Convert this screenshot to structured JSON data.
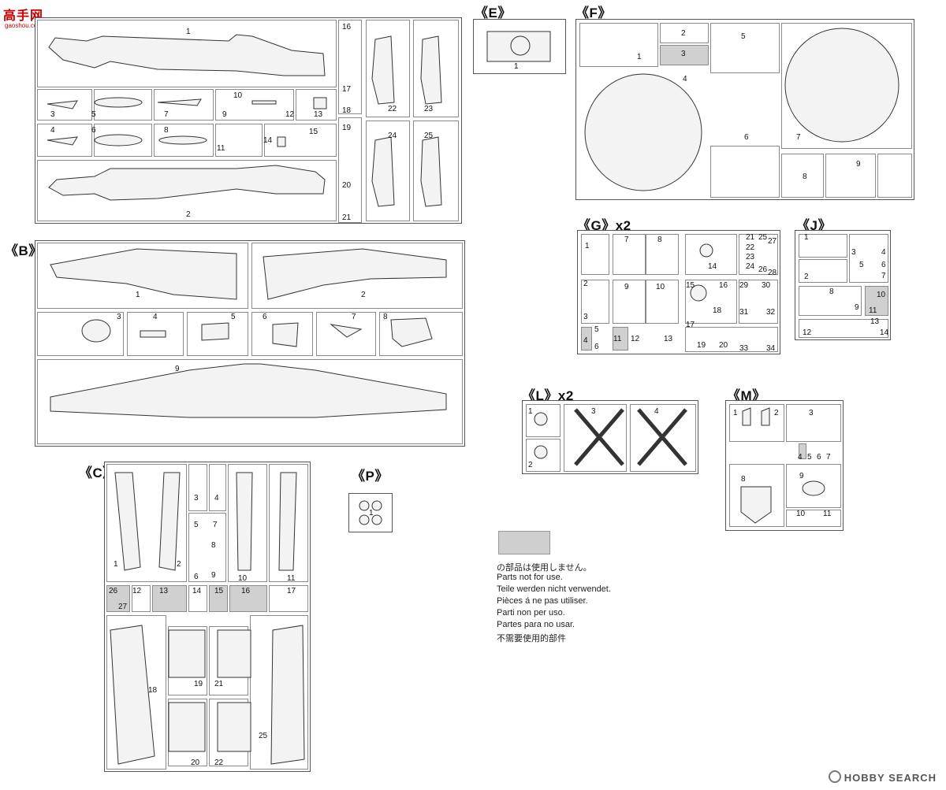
{
  "watermark": {
    "brand": "高手网",
    "url": "gaoshou.com"
  },
  "footer": {
    "logo": "HOBBY SEARCH"
  },
  "runners": {
    "A": {
      "label": "",
      "parts": [
        "1",
        "2",
        "3",
        "4",
        "5",
        "6",
        "7",
        "8",
        "9",
        "10",
        "11",
        "12",
        "13",
        "14",
        "15",
        "16",
        "17",
        "18",
        "19",
        "20",
        "21",
        "22",
        "23",
        "24",
        "25"
      ]
    },
    "B": {
      "label": "《B》",
      "parts": [
        "1",
        "2",
        "3",
        "4",
        "5",
        "6",
        "7",
        "8",
        "9"
      ]
    },
    "C": {
      "label": "《C》",
      "parts": [
        "1",
        "2",
        "3",
        "4",
        "5",
        "6",
        "7",
        "8",
        "9",
        "10",
        "11",
        "12",
        "13",
        "14",
        "15",
        "16",
        "17",
        "18",
        "19",
        "20",
        "21",
        "22",
        "25",
        "26",
        "27"
      ]
    },
    "E": {
      "label": "《E》",
      "parts": [
        "1"
      ]
    },
    "F": {
      "label": "《F》",
      "parts": [
        "1",
        "2",
        "3",
        "4",
        "5",
        "6",
        "7",
        "8",
        "9"
      ]
    },
    "G": {
      "label": "《G》x2",
      "parts": [
        "1",
        "2",
        "3",
        "4",
        "5",
        "6",
        "7",
        "8",
        "9",
        "10",
        "11",
        "12",
        "13",
        "14",
        "15",
        "16",
        "17",
        "18",
        "19",
        "20",
        "21",
        "22",
        "23",
        "24",
        "25",
        "26",
        "27",
        "28",
        "29",
        "30",
        "31",
        "32",
        "33",
        "34"
      ]
    },
    "J": {
      "label": "《J》",
      "parts": [
        "1",
        "2",
        "3",
        "4",
        "5",
        "6",
        "7",
        "8",
        "9",
        "10",
        "11",
        "12",
        "13",
        "14"
      ]
    },
    "L": {
      "label": "《L》x2",
      "parts": [
        "1",
        "2",
        "3",
        "4"
      ]
    },
    "M": {
      "label": "《M》",
      "parts": [
        "1",
        "2",
        "3",
        "4",
        "5",
        "6",
        "7",
        "8",
        "9",
        "10",
        "11"
      ]
    },
    "P": {
      "label": "《P》",
      "parts": [
        "1"
      ]
    }
  },
  "legend": {
    "lines": [
      "の部品は使用しません。",
      "Parts not for use.",
      "Teile werden nicht verwendet.",
      "Pièces á ne pas utiliser.",
      "Parti non per uso.",
      "Partes para no usar.",
      "不需要使用的部件"
    ],
    "swatch_color": "#cfcfcf"
  }
}
